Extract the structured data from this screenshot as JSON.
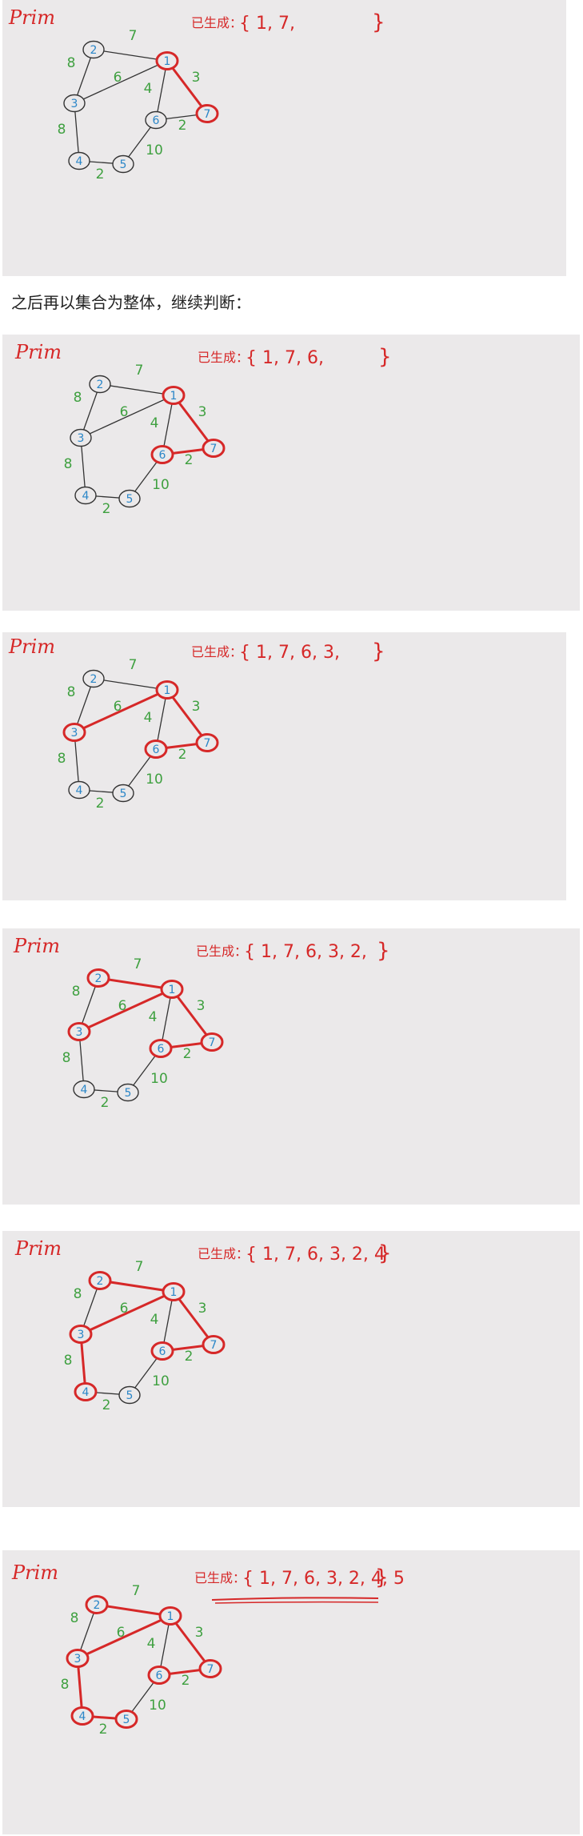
{
  "caption": "之后再以集合为整体，继续判断：",
  "prim_label": "Prim",
  "generated_label": "已生成：",
  "colors": {
    "red": "#d62828",
    "green": "#3fa040",
    "blue": "#2a86c8",
    "edge": "#333333",
    "panel_bg": "#ebe9ea"
  },
  "graph": {
    "nodes": [
      "1",
      "2",
      "3",
      "4",
      "5",
      "6",
      "7"
    ],
    "edges": [
      {
        "a": "2",
        "b": "1",
        "w": "7"
      },
      {
        "a": "2",
        "b": "3",
        "w": "8"
      },
      {
        "a": "3",
        "b": "1",
        "w": "6"
      },
      {
        "a": "1",
        "b": "6",
        "w": "4"
      },
      {
        "a": "1",
        "b": "7",
        "w": "3"
      },
      {
        "a": "6",
        "b": "7",
        "w": "2"
      },
      {
        "a": "3",
        "b": "4",
        "w": "8"
      },
      {
        "a": "4",
        "b": "5",
        "w": "2"
      },
      {
        "a": "5",
        "b": "6",
        "w": "10"
      }
    ]
  },
  "panels": [
    {
      "set_text": "{ 1, 7,",
      "closing": "}",
      "red_nodes": [
        "1",
        "7"
      ],
      "red_edges": [
        "1-7"
      ],
      "underline": false
    },
    {
      "set_text": "{ 1, 7, 6,",
      "closing": "}",
      "red_nodes": [
        "1",
        "7",
        "6"
      ],
      "red_edges": [
        "1-7",
        "6-7"
      ],
      "underline": false
    },
    {
      "set_text": "{ 1, 7, 6, 3,",
      "closing": "}",
      "red_nodes": [
        "1",
        "7",
        "6",
        "3"
      ],
      "red_edges": [
        "1-7",
        "6-7",
        "3-1"
      ],
      "underline": false
    },
    {
      "set_text": "{ 1, 7, 6, 3, 2,",
      "closing": "}",
      "red_nodes": [
        "1",
        "7",
        "6",
        "3",
        "2"
      ],
      "red_edges": [
        "1-7",
        "6-7",
        "3-1",
        "2-1"
      ],
      "underline": false
    },
    {
      "set_text": "{ 1, 7, 6, 3, 2, 4",
      "closing": "}",
      "red_nodes": [
        "1",
        "7",
        "6",
        "3",
        "2",
        "4"
      ],
      "red_edges": [
        "1-7",
        "6-7",
        "3-1",
        "2-1",
        "3-4"
      ],
      "underline": false
    },
    {
      "set_text": "{ 1, 7, 6, 3, 2, 4, 5",
      "closing": "}",
      "red_nodes": [
        "1",
        "7",
        "6",
        "3",
        "2",
        "4",
        "5"
      ],
      "red_edges": [
        "1-7",
        "6-7",
        "3-1",
        "2-1",
        "3-4",
        "4-5"
      ],
      "underline": true
    }
  ]
}
